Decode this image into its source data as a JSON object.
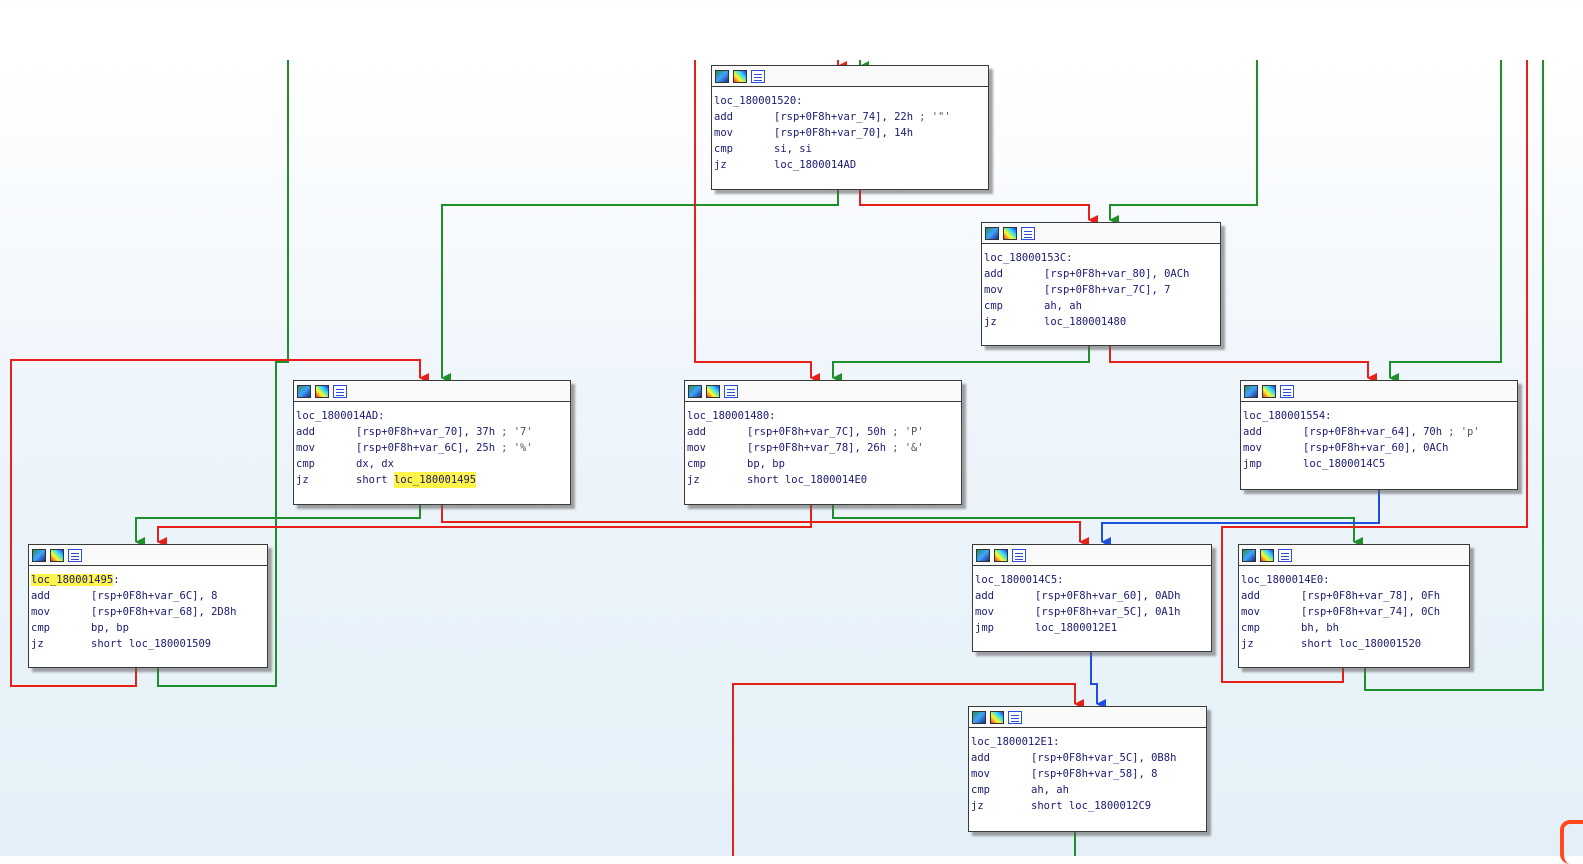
{
  "colors": {
    "taken_edge": "#1f8f2a",
    "not_taken_edge": "#e8201a",
    "unconditional_edge": "#1f4fe0",
    "highlight": "#fff44a",
    "block_text": "#1a1a73"
  },
  "header_icons": [
    "graph-overview-icon",
    "node-color-icon",
    "instruction-list-icon"
  ],
  "blocks": {
    "b1520": {
      "label": "loc_180001520:",
      "lines": [
        {
          "mn": "add",
          "op": "[rsp+0F8h+var_74], 22h",
          "cm": "; '\"'"
        },
        {
          "mn": "mov",
          "op": "[rsp+0F8h+var_70], 14h",
          "cm": ""
        },
        {
          "mn": "cmp",
          "op": "si, si",
          "cm": ""
        },
        {
          "mn": "jz",
          "op": "loc_1800014AD",
          "cm": ""
        }
      ]
    },
    "b153c": {
      "label": "loc_18000153C:",
      "lines": [
        {
          "mn": "add",
          "op": "[rsp+0F8h+var_80], 0ACh",
          "cm": ""
        },
        {
          "mn": "mov",
          "op": "[rsp+0F8h+var_7C], 7",
          "cm": ""
        },
        {
          "mn": "cmp",
          "op": "ah, ah",
          "cm": ""
        },
        {
          "mn": "jz",
          "op": "loc_180001480",
          "cm": ""
        }
      ]
    },
    "b14ad": {
      "label": "loc_1800014AD:",
      "lines": [
        {
          "mn": "add",
          "op": "[rsp+0F8h+var_70], 37h",
          "cm": "; '7'"
        },
        {
          "mn": "mov",
          "op": "[rsp+0F8h+var_6C], 25h",
          "cm": "; '%'"
        },
        {
          "mn": "cmp",
          "op": "dx, dx",
          "cm": ""
        },
        {
          "mn": "jz",
          "op": "short ",
          "target": "loc_180001495",
          "cm": ""
        }
      ]
    },
    "b1480": {
      "label": "loc_180001480:",
      "lines": [
        {
          "mn": "add",
          "op": "[rsp+0F8h+var_7C], 50h",
          "cm": "; 'P'"
        },
        {
          "mn": "mov",
          "op": "[rsp+0F8h+var_78], 26h",
          "cm": "; '&'"
        },
        {
          "mn": "cmp",
          "op": "bp, bp",
          "cm": ""
        },
        {
          "mn": "jz",
          "op": "short loc_1800014E0",
          "cm": ""
        }
      ]
    },
    "b1554": {
      "label": "loc_180001554:",
      "lines": [
        {
          "mn": "add",
          "op": "[rsp+0F8h+var_64], 70h",
          "cm": "; 'p'"
        },
        {
          "mn": "mov",
          "op": "[rsp+0F8h+var_60], 0ACh",
          "cm": ""
        },
        {
          "mn": "jmp",
          "op": "loc_1800014C5",
          "cm": ""
        }
      ]
    },
    "b1495": {
      "label": "loc_180001495:",
      "lines": [
        {
          "mn": "add",
          "op": "[rsp+0F8h+var_6C], 8",
          "cm": ""
        },
        {
          "mn": "mov",
          "op": "[rsp+0F8h+var_68], 2D8h",
          "cm": ""
        },
        {
          "mn": "cmp",
          "op": "bp, bp",
          "cm": ""
        },
        {
          "mn": "jz",
          "op": "short loc_180001509",
          "cm": ""
        }
      ]
    },
    "b14c5": {
      "label": "loc_1800014C5:",
      "lines": [
        {
          "mn": "add",
          "op": "[rsp+0F8h+var_60], 0ADh",
          "cm": ""
        },
        {
          "mn": "mov",
          "op": "[rsp+0F8h+var_5C], 0A1h",
          "cm": ""
        },
        {
          "mn": "jmp",
          "op": "loc_1800012E1",
          "cm": ""
        }
      ]
    },
    "b14e0": {
      "label": "loc_1800014E0:",
      "lines": [
        {
          "mn": "add",
          "op": "[rsp+0F8h+var_78], 0Fh",
          "cm": ""
        },
        {
          "mn": "mov",
          "op": "[rsp+0F8h+var_74], 0Ch",
          "cm": ""
        },
        {
          "mn": "cmp",
          "op": "bh, bh",
          "cm": ""
        },
        {
          "mn": "jz",
          "op": "short loc_180001520",
          "cm": ""
        }
      ]
    },
    "b12e1": {
      "label": "loc_1800012E1:",
      "lines": [
        {
          "mn": "add",
          "op": "[rsp+0F8h+var_5C], 0B8h",
          "cm": ""
        },
        {
          "mn": "mov",
          "op": "[rsp+0F8h+var_58], 8",
          "cm": ""
        },
        {
          "mn": "cmp",
          "op": "ah, ah",
          "cm": ""
        },
        {
          "mn": "jz",
          "op": "short loc_1800012C9",
          "cm": ""
        }
      ]
    }
  }
}
